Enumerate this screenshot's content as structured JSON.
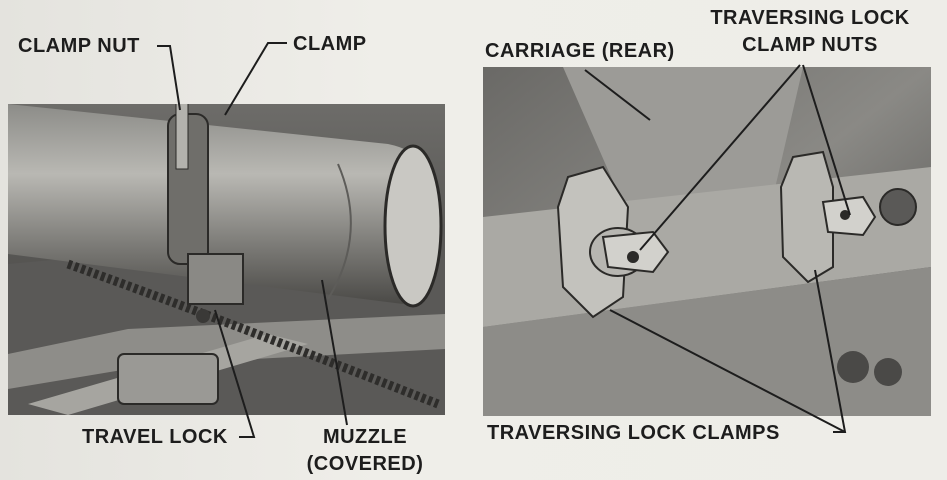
{
  "left_photo": {
    "labels": {
      "clamp_nut": "CLAMP NUT",
      "clamp": "CLAMP",
      "travel_lock": "TRAVEL LOCK",
      "muzzle_line1": "MUZZLE",
      "muzzle_line2": "(COVERED)"
    }
  },
  "right_photo": {
    "labels": {
      "carriage_rear": "CARRIAGE (REAR)",
      "traversing_lock_line1": "TRAVERSING LOCK",
      "traversing_lock_line2": "CLAMP NUTS",
      "traversing_lock_clamps": "TRAVERSING LOCK CLAMPS"
    }
  },
  "colors": {
    "paper": "#ecebe6",
    "ink": "#1d1d1d"
  }
}
